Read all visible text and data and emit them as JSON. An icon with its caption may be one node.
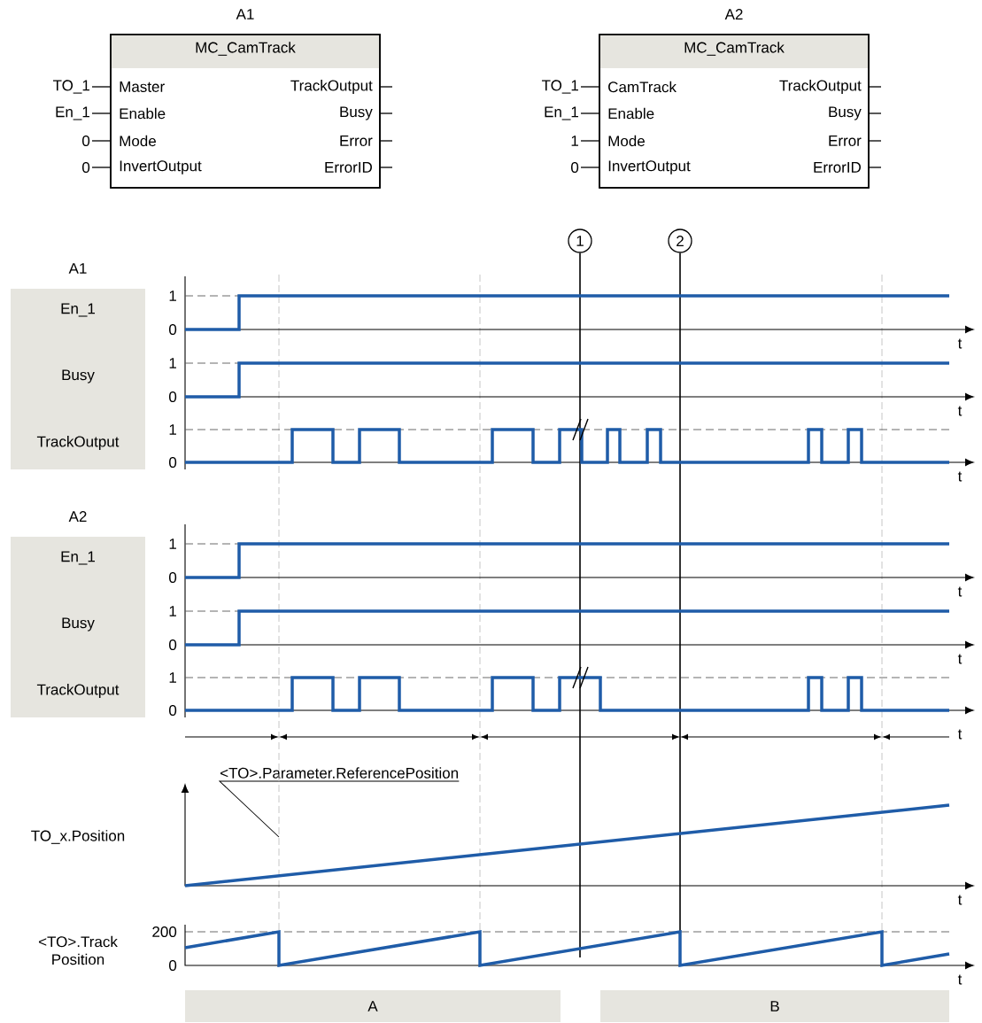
{
  "diagram": {
    "nodes": [
      {
        "text": [
          "A1",
          "MC_CamTrack",
          "Master",
          "Enable",
          "Mode",
          "InvertOutput",
          "TrackOutput",
          "Busy",
          "Error",
          "ErrorID"
        ]
      },
      {
        "text": [
          "TO_1"
        ]
      },
      {
        "text": [
          "En_1"
        ]
      },
      {
        "text": [
          "0"
        ]
      },
      {
        "text": [
          "0"
        ]
      },
      {
        "text": [
          "A2",
          "MC_CamTrack",
          "CamTrack",
          "Enable",
          "Mode",
          "InvertOutput",
          "TrackOutput",
          "Busy",
          "Error",
          "ErrorID"
        ]
      },
      {
        "text": [
          "TO_1"
        ]
      },
      {
        "text": [
          "En_1"
        ]
      },
      {
        "text": [
          "1"
        ]
      },
      {
        "text": [
          "0"
        ]
      },
      {
        "text": [
          "En_1",
          "Busy",
          "TrackOutput"
        ]
      },
      {
        "text": [
          "En_1",
          "Busy",
          "TrackOutput"
        ]
      },
      {
        "text": [
          "1"
        ]
      },
      {
        "text": [
          "2"
        ]
      },
      {
        "text": [
          "<TO>.Parameter.ReferencePosition"
        ]
      },
      {
        "text": [
          "A"
        ]
      },
      {
        "text": [
          "B"
        ]
      }
    ],
    "edges": [
      {
        "from": 1,
        "to": 0,
        "arrow": "none"
      },
      {
        "from": 2,
        "to": 0,
        "arrow": "none"
      },
      {
        "from": 3,
        "to": 0,
        "arrow": "none"
      },
      {
        "from": 4,
        "to": 0,
        "arrow": "none"
      },
      {
        "from": 6,
        "to": 5,
        "arrow": "none"
      },
      {
        "from": 7,
        "to": 5,
        "arrow": "none"
      },
      {
        "from": 8,
        "to": 5,
        "arrow": "none"
      },
      {
        "from": 9,
        "to": 5,
        "arrow": "none"
      },
      {
        "from": 0,
        "to": null,
        "arrow": "none"
      },
      {
        "from": 0,
        "to": null,
        "arrow": "none"
      },
      {
        "from": 0,
        "to": null,
        "arrow": "none"
      },
      {
        "from": 0,
        "to": null,
        "arrow": "none"
      },
      {
        "from": 5,
        "to": null,
        "arrow": "none"
      },
      {
        "from": 5,
        "to": null,
        "arrow": "none"
      },
      {
        "from": 5,
        "to": null,
        "arrow": "none"
      },
      {
        "from": 5,
        "to": null,
        "arrow": "none"
      },
      {
        "from": 14,
        "to": null,
        "arrow": "none"
      },
      {
        "from": 12,
        "to": null,
        "arrow": "none"
      },
      {
        "from": 13,
        "to": null,
        "arrow": "none"
      }
    ],
    "labels": [
      "A1",
      "1",
      "0",
      "t",
      "1",
      "0",
      "t",
      "1",
      "0",
      "t",
      "A2",
      "1",
      "0",
      "t",
      "1",
      "0",
      "t",
      "1",
      "0",
      "t",
      "TO_x.Position",
      "t",
      "<TO>.Track Position",
      "200",
      "0",
      "t"
    ]
  }
}
